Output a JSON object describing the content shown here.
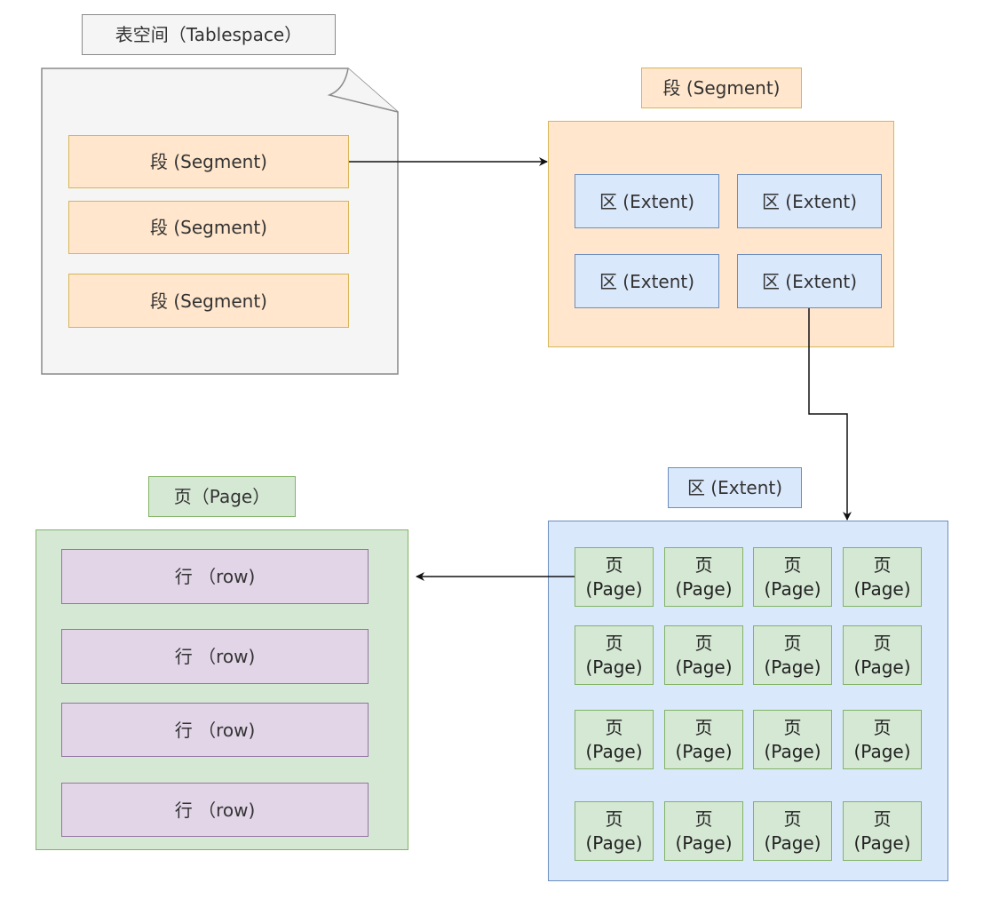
{
  "tablespace": {
    "title": "表空间（Tablespace）",
    "segments": [
      "段 (Segment)",
      "段 (Segment)",
      "段 (Segment)"
    ]
  },
  "segment": {
    "title": "段 (Segment)",
    "extents": [
      "区 (Extent)",
      "区 (Extent)",
      "区 (Extent)",
      "区 (Extent)"
    ]
  },
  "extent": {
    "title": "区 (Extent)",
    "page_char": "页",
    "page_word": "(Page)",
    "page_count": 16
  },
  "page": {
    "title": "页（Page）",
    "rows": [
      "行 （row)",
      "行 （row)",
      "行 （row)",
      "行 （row)"
    ]
  },
  "colors": {
    "gray_fill": "#f5f5f5",
    "orange_fill": "#ffe6cc",
    "orange_stroke": "#d6b656",
    "blue_fill": "#dae8fc",
    "blue_stroke": "#6c8ebf",
    "green_fill": "#d5e8d4",
    "green_stroke": "#82b366",
    "purple_fill": "#e1d5e7",
    "purple_stroke": "#9673a6"
  }
}
